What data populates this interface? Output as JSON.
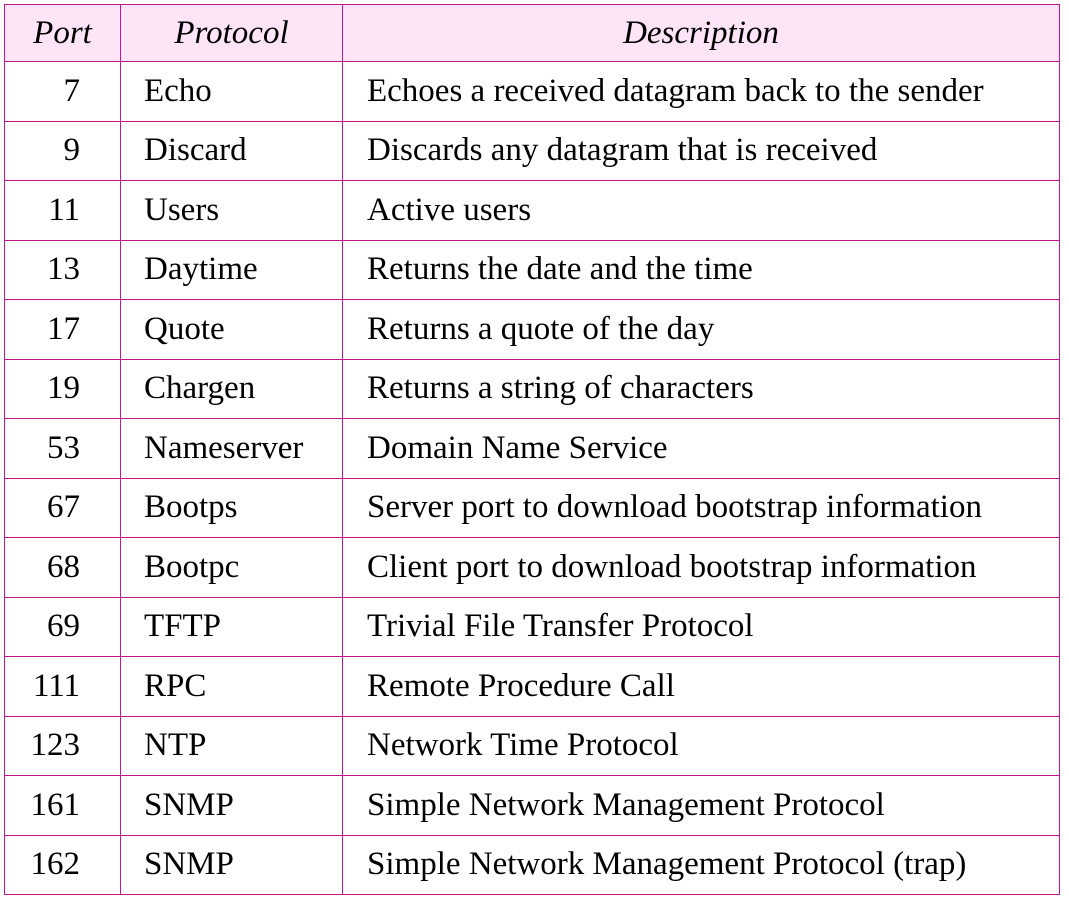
{
  "table": {
    "headers": {
      "port": "Port",
      "protocol": "Protocol",
      "description": "Description"
    },
    "rows": [
      {
        "port": "7",
        "protocol": "Echo",
        "description": "Echoes a received datagram back to the sender"
      },
      {
        "port": "9",
        "protocol": "Discard",
        "description": "Discards any datagram that is received"
      },
      {
        "port": "11",
        "protocol": "Users",
        "description": "Active users"
      },
      {
        "port": "13",
        "protocol": "Daytime",
        "description": "Returns the date and the time"
      },
      {
        "port": "17",
        "protocol": "Quote",
        "description": "Returns a quote of the day"
      },
      {
        "port": "19",
        "protocol": "Chargen",
        "description": "Returns a string of characters"
      },
      {
        "port": "53",
        "protocol": "Nameserver",
        "description": "Domain Name Service"
      },
      {
        "port": "67",
        "protocol": "Bootps",
        "description": "Server port to download bootstrap information"
      },
      {
        "port": "68",
        "protocol": "Bootpc",
        "description": "Client port to download bootstrap information"
      },
      {
        "port": "69",
        "protocol": "TFTP",
        "description": "Trivial File Transfer Protocol"
      },
      {
        "port": "111",
        "protocol": "RPC",
        "description": "Remote Procedure Call"
      },
      {
        "port": "123",
        "protocol": "NTP",
        "description": "Network Time Protocol"
      },
      {
        "port": "161",
        "protocol": "SNMP",
        "description": "Simple Network Management Protocol"
      },
      {
        "port": "162",
        "protocol": "SNMP",
        "description": "Simple Network Management Protocol (trap)"
      }
    ],
    "colors": {
      "border": "#c0178c",
      "header_background": "#fde4f7",
      "text": "#000000"
    }
  }
}
